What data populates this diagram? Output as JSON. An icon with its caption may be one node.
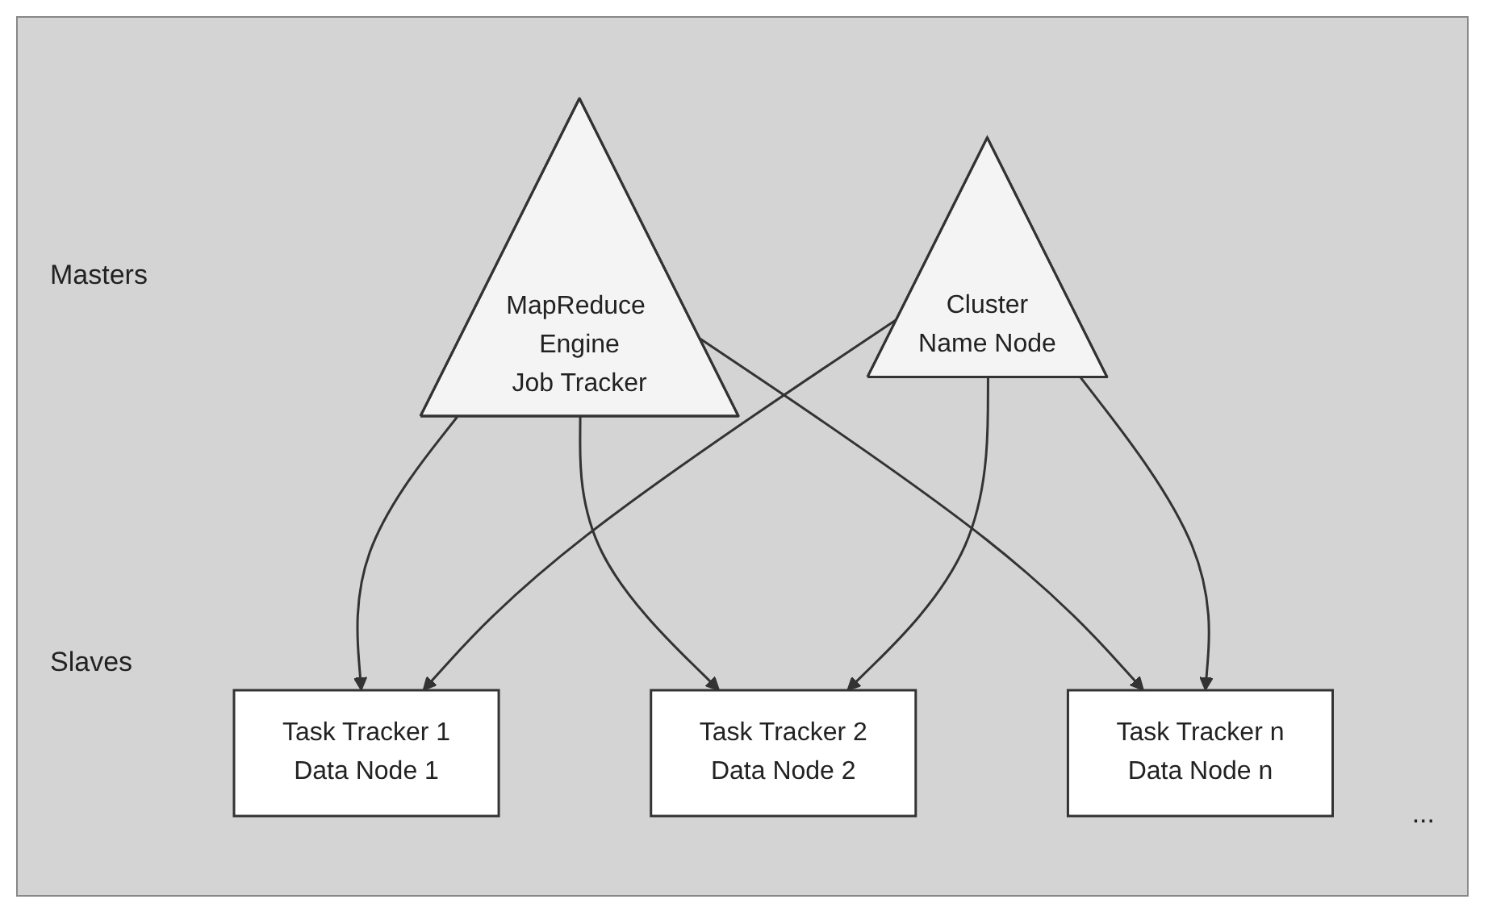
{
  "diagram": {
    "nodes": [
      {
        "text": [
          "MapReduce Engine",
          "Job Tracker"
        ]
      },
      {
        "text": [
          "Cluster",
          "Name Node"
        ]
      },
      {
        "text": [
          "Task Tracker 1",
          "Data Node 1"
        ]
      },
      {
        "text": [
          "Task Tracker 2",
          "Data Node 2"
        ]
      },
      {
        "text": [
          "Task Tracker n",
          "Data Node n"
        ]
      }
    ],
    "edges": [
      {
        "from": 0,
        "to": 2,
        "arrow": "to"
      },
      {
        "from": 0,
        "to": 3,
        "arrow": "to"
      },
      {
        "from": 0,
        "to": 4,
        "arrow": "to"
      },
      {
        "from": 1,
        "to": 2,
        "arrow": "to"
      },
      {
        "from": 1,
        "to": 3,
        "arrow": "to"
      },
      {
        "from": 1,
        "to": 4,
        "arrow": "to"
      }
    ],
    "labels": [
      "Masters",
      "Slaves",
      "..."
    ]
  }
}
